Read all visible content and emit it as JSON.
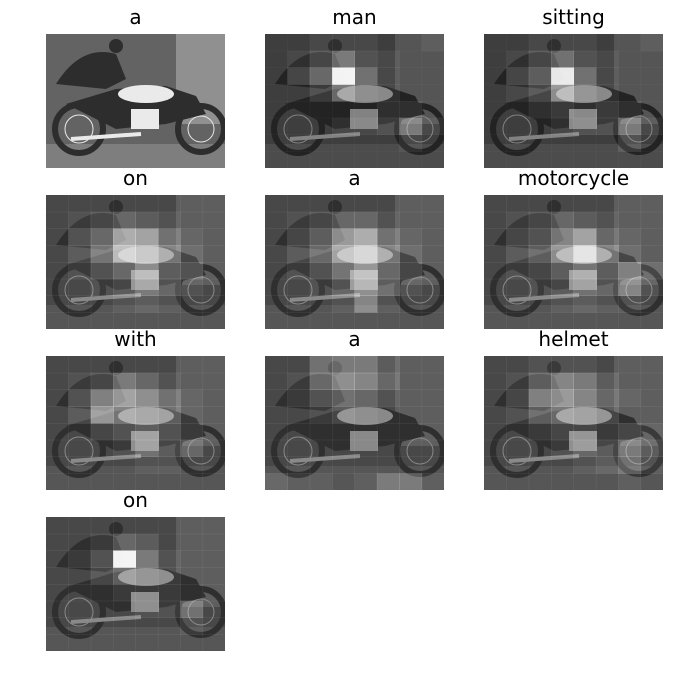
{
  "panels": [
    {
      "word": "a",
      "attention": null
    },
    {
      "word": "man",
      "attention": [
        [
          0.05,
          0.05,
          0.1,
          0.1,
          0.1,
          0.05,
          0.05,
          0.1
        ],
        [
          0.05,
          0.1,
          0.2,
          0.35,
          0.15,
          0.1,
          0.05,
          0.05
        ],
        [
          0.05,
          0.2,
          0.35,
          0.95,
          0.3,
          0.1,
          0.05,
          0.05
        ],
        [
          0.05,
          0.05,
          0.15,
          0.35,
          0.15,
          0.1,
          0.05,
          0.05
        ],
        [
          0.05,
          0.05,
          0.05,
          0.05,
          0.05,
          0.1,
          0.1,
          0.05
        ],
        [
          0.05,
          0.05,
          0.05,
          0.1,
          0.1,
          0.15,
          0.35,
          0.1
        ],
        [
          0.05,
          0.05,
          0.05,
          0.05,
          0.05,
          0.05,
          0.1,
          0.05
        ],
        [
          0.05,
          0.05,
          0.05,
          0.05,
          0.05,
          0.05,
          0.05,
          0.05
        ]
      ]
    },
    {
      "word": "sitting",
      "attention": [
        [
          0.05,
          0.05,
          0.1,
          0.1,
          0.1,
          0.05,
          0.05,
          0.1
        ],
        [
          0.05,
          0.1,
          0.2,
          0.3,
          0.15,
          0.1,
          0.05,
          0.05
        ],
        [
          0.05,
          0.2,
          0.3,
          0.9,
          0.3,
          0.1,
          0.05,
          0.05
        ],
        [
          0.05,
          0.1,
          0.2,
          0.5,
          0.2,
          0.1,
          0.05,
          0.05
        ],
        [
          0.05,
          0.05,
          0.1,
          0.15,
          0.1,
          0.15,
          0.1,
          0.05
        ],
        [
          0.05,
          0.05,
          0.05,
          0.1,
          0.15,
          0.15,
          0.35,
          0.1
        ],
        [
          0.05,
          0.05,
          0.05,
          0.05,
          0.05,
          0.05,
          0.15,
          0.05
        ],
        [
          0.05,
          0.05,
          0.05,
          0.05,
          0.05,
          0.05,
          0.05,
          0.05
        ]
      ]
    },
    {
      "word": "on",
      "attention": [
        [
          0.1,
          0.1,
          0.1,
          0.1,
          0.1,
          0.1,
          0.1,
          0.1
        ],
        [
          0.1,
          0.15,
          0.2,
          0.25,
          0.2,
          0.15,
          0.1,
          0.1
        ],
        [
          0.1,
          0.25,
          0.35,
          0.6,
          0.55,
          0.3,
          0.15,
          0.1
        ],
        [
          0.1,
          0.2,
          0.4,
          0.7,
          0.6,
          0.4,
          0.2,
          0.1
        ],
        [
          0.1,
          0.15,
          0.25,
          0.35,
          0.5,
          0.3,
          0.25,
          0.1
        ],
        [
          0.1,
          0.1,
          0.15,
          0.2,
          0.35,
          0.25,
          0.15,
          0.1
        ],
        [
          0.1,
          0.1,
          0.1,
          0.15,
          0.2,
          0.15,
          0.1,
          0.1
        ],
        [
          0.1,
          0.1,
          0.1,
          0.1,
          0.1,
          0.1,
          0.1,
          0.1
        ]
      ]
    },
    {
      "word": "a",
      "attention": [
        [
          0.1,
          0.1,
          0.1,
          0.1,
          0.1,
          0.1,
          0.1,
          0.1
        ],
        [
          0.1,
          0.15,
          0.2,
          0.25,
          0.25,
          0.15,
          0.1,
          0.1
        ],
        [
          0.1,
          0.2,
          0.3,
          0.5,
          0.6,
          0.3,
          0.15,
          0.1
        ],
        [
          0.1,
          0.2,
          0.35,
          0.6,
          0.7,
          0.4,
          0.2,
          0.1
        ],
        [
          0.1,
          0.15,
          0.25,
          0.4,
          0.55,
          0.35,
          0.2,
          0.1
        ],
        [
          0.1,
          0.1,
          0.15,
          0.25,
          0.45,
          0.3,
          0.15,
          0.1
        ],
        [
          0.1,
          0.1,
          0.1,
          0.15,
          0.4,
          0.15,
          0.1,
          0.1
        ],
        [
          0.1,
          0.1,
          0.1,
          0.1,
          0.1,
          0.1,
          0.1,
          0.1
        ]
      ]
    },
    {
      "word": "motorcycle",
      "attention": [
        [
          0.1,
          0.1,
          0.1,
          0.1,
          0.1,
          0.1,
          0.1,
          0.1
        ],
        [
          0.1,
          0.15,
          0.2,
          0.25,
          0.2,
          0.15,
          0.1,
          0.1
        ],
        [
          0.1,
          0.2,
          0.25,
          0.4,
          0.55,
          0.25,
          0.15,
          0.1
        ],
        [
          0.1,
          0.2,
          0.3,
          0.5,
          0.8,
          0.4,
          0.2,
          0.1
        ],
        [
          0.1,
          0.15,
          0.2,
          0.3,
          0.4,
          0.3,
          0.45,
          0.2
        ],
        [
          0.1,
          0.1,
          0.15,
          0.2,
          0.3,
          0.25,
          0.4,
          0.15
        ],
        [
          0.1,
          0.1,
          0.1,
          0.15,
          0.2,
          0.15,
          0.15,
          0.1
        ],
        [
          0.1,
          0.1,
          0.1,
          0.1,
          0.1,
          0.1,
          0.1,
          0.1
        ]
      ]
    },
    {
      "word": "with",
      "attention": [
        [
          0.1,
          0.1,
          0.1,
          0.1,
          0.1,
          0.1,
          0.1,
          0.1
        ],
        [
          0.1,
          0.15,
          0.2,
          0.35,
          0.25,
          0.15,
          0.1,
          0.1
        ],
        [
          0.1,
          0.25,
          0.45,
          0.55,
          0.45,
          0.3,
          0.15,
          0.1
        ],
        [
          0.1,
          0.2,
          0.55,
          0.4,
          0.35,
          0.3,
          0.15,
          0.1
        ],
        [
          0.1,
          0.1,
          0.2,
          0.25,
          0.3,
          0.25,
          0.15,
          0.1
        ],
        [
          0.1,
          0.1,
          0.1,
          0.15,
          0.3,
          0.2,
          0.25,
          0.1
        ],
        [
          0.1,
          0.1,
          0.1,
          0.1,
          0.15,
          0.15,
          0.1,
          0.1
        ],
        [
          0.1,
          0.1,
          0.1,
          0.1,
          0.1,
          0.1,
          0.1,
          0.1
        ]
      ]
    },
    {
      "word": "a",
      "attention": [
        [
          0.1,
          0.1,
          0.3,
          0.35,
          0.35,
          0.2,
          0.1,
          0.1
        ],
        [
          0.1,
          0.15,
          0.35,
          0.45,
          0.4,
          0.25,
          0.1,
          0.1
        ],
        [
          0.1,
          0.15,
          0.25,
          0.3,
          0.25,
          0.15,
          0.1,
          0.1
        ],
        [
          0.1,
          0.1,
          0.15,
          0.2,
          0.15,
          0.1,
          0.1,
          0.1
        ],
        [
          0.1,
          0.1,
          0.1,
          0.1,
          0.1,
          0.1,
          0.1,
          0.1
        ],
        [
          0.1,
          0.1,
          0.1,
          0.1,
          0.1,
          0.1,
          0.1,
          0.1
        ],
        [
          0.1,
          0.1,
          0.1,
          0.1,
          0.1,
          0.1,
          0.1,
          0.1
        ],
        [
          0.2,
          0.15,
          0.15,
          0.1,
          0.15,
          0.3,
          0.3,
          0.15
        ]
      ]
    },
    {
      "word": "helmet",
      "attention": [
        [
          0.1,
          0.1,
          0.15,
          0.15,
          0.15,
          0.1,
          0.1,
          0.1
        ],
        [
          0.1,
          0.15,
          0.3,
          0.4,
          0.35,
          0.2,
          0.1,
          0.1
        ],
        [
          0.1,
          0.2,
          0.45,
          0.5,
          0.4,
          0.25,
          0.15,
          0.1
        ],
        [
          0.1,
          0.15,
          0.3,
          0.35,
          0.3,
          0.2,
          0.1,
          0.1
        ],
        [
          0.1,
          0.1,
          0.15,
          0.2,
          0.2,
          0.15,
          0.2,
          0.15
        ],
        [
          0.1,
          0.1,
          0.1,
          0.15,
          0.25,
          0.2,
          0.35,
          0.2
        ],
        [
          0.1,
          0.1,
          0.1,
          0.1,
          0.15,
          0.2,
          0.3,
          0.15
        ],
        [
          0.1,
          0.1,
          0.1,
          0.1,
          0.1,
          0.1,
          0.15,
          0.1
        ]
      ]
    },
    {
      "word": "on",
      "attention": [
        [
          0.1,
          0.1,
          0.1,
          0.1,
          0.1,
          0.1,
          0.1,
          0.1
        ],
        [
          0.1,
          0.1,
          0.15,
          0.25,
          0.2,
          0.1,
          0.1,
          0.1
        ],
        [
          0.1,
          0.15,
          0.25,
          0.95,
          0.35,
          0.15,
          0.1,
          0.1
        ],
        [
          0.1,
          0.1,
          0.2,
          0.3,
          0.2,
          0.15,
          0.1,
          0.1
        ],
        [
          0.1,
          0.1,
          0.1,
          0.15,
          0.15,
          0.15,
          0.1,
          0.1
        ],
        [
          0.1,
          0.1,
          0.1,
          0.1,
          0.15,
          0.15,
          0.3,
          0.1
        ],
        [
          0.1,
          0.1,
          0.1,
          0.1,
          0.1,
          0.1,
          0.15,
          0.1
        ],
        [
          0.1,
          0.1,
          0.1,
          0.1,
          0.1,
          0.1,
          0.1,
          0.1
        ]
      ]
    }
  ]
}
